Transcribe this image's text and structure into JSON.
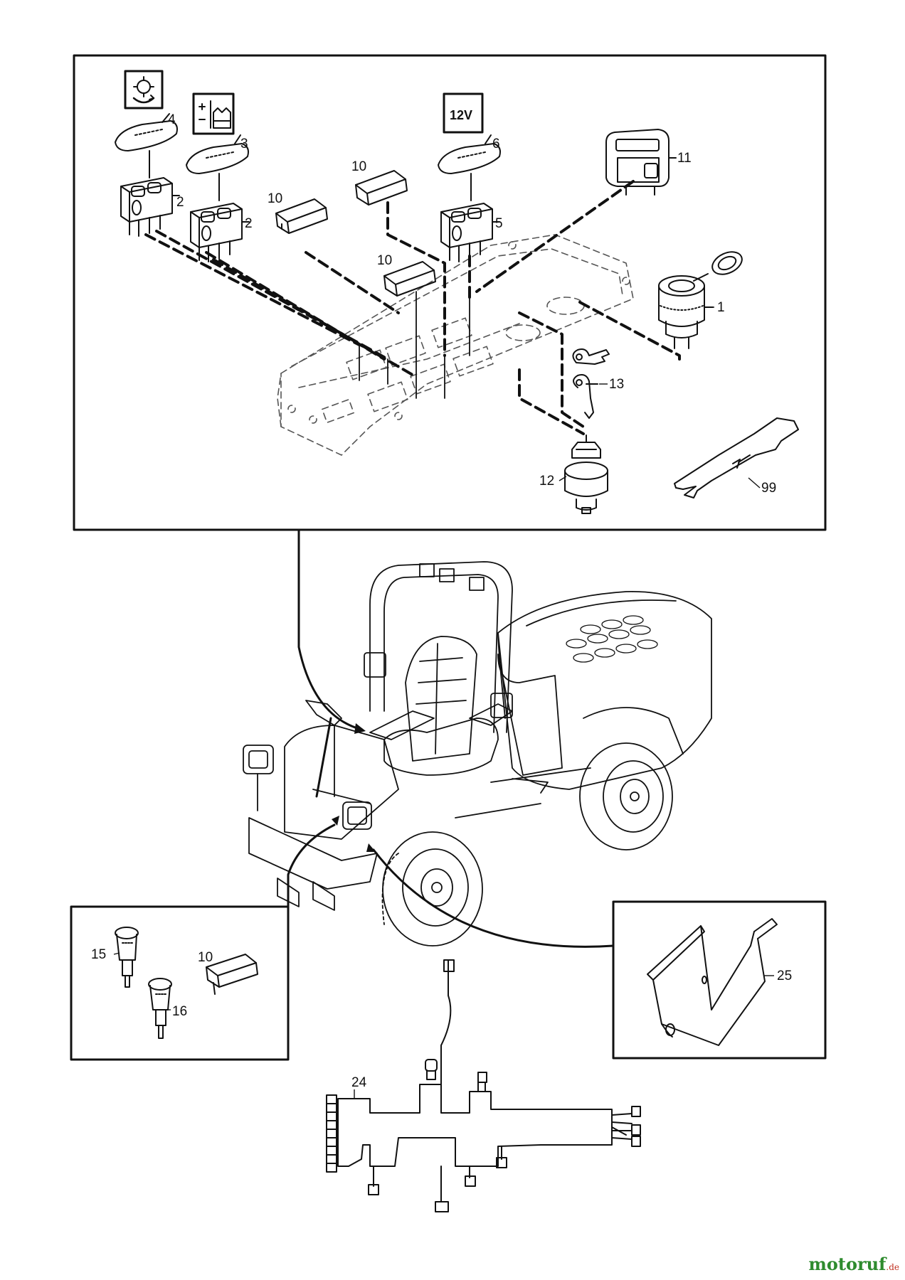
{
  "icons": {
    "part4": "work-light-toggle-icon",
    "part3": "hydraulic-float-icon",
    "part6_text": "12V"
  },
  "labels": {
    "p1": "1",
    "p2a": "2",
    "p2b": "2",
    "p3": "3",
    "p4": "4",
    "p5": "5",
    "p6": "6",
    "p10a": "10",
    "p10b": "10",
    "p10c": "10",
    "p10d": "10",
    "p11": "11",
    "p12": "12",
    "p13": "13",
    "p15": "15",
    "p16": "16",
    "p24": "24",
    "p25": "25",
    "p99": "99"
  },
  "watermark": {
    "brand": "motoruf",
    "tld": ".de"
  },
  "colors": {
    "line": "#111111",
    "brand_green": "#2e8b2e",
    "brand_red": "#c03020"
  }
}
